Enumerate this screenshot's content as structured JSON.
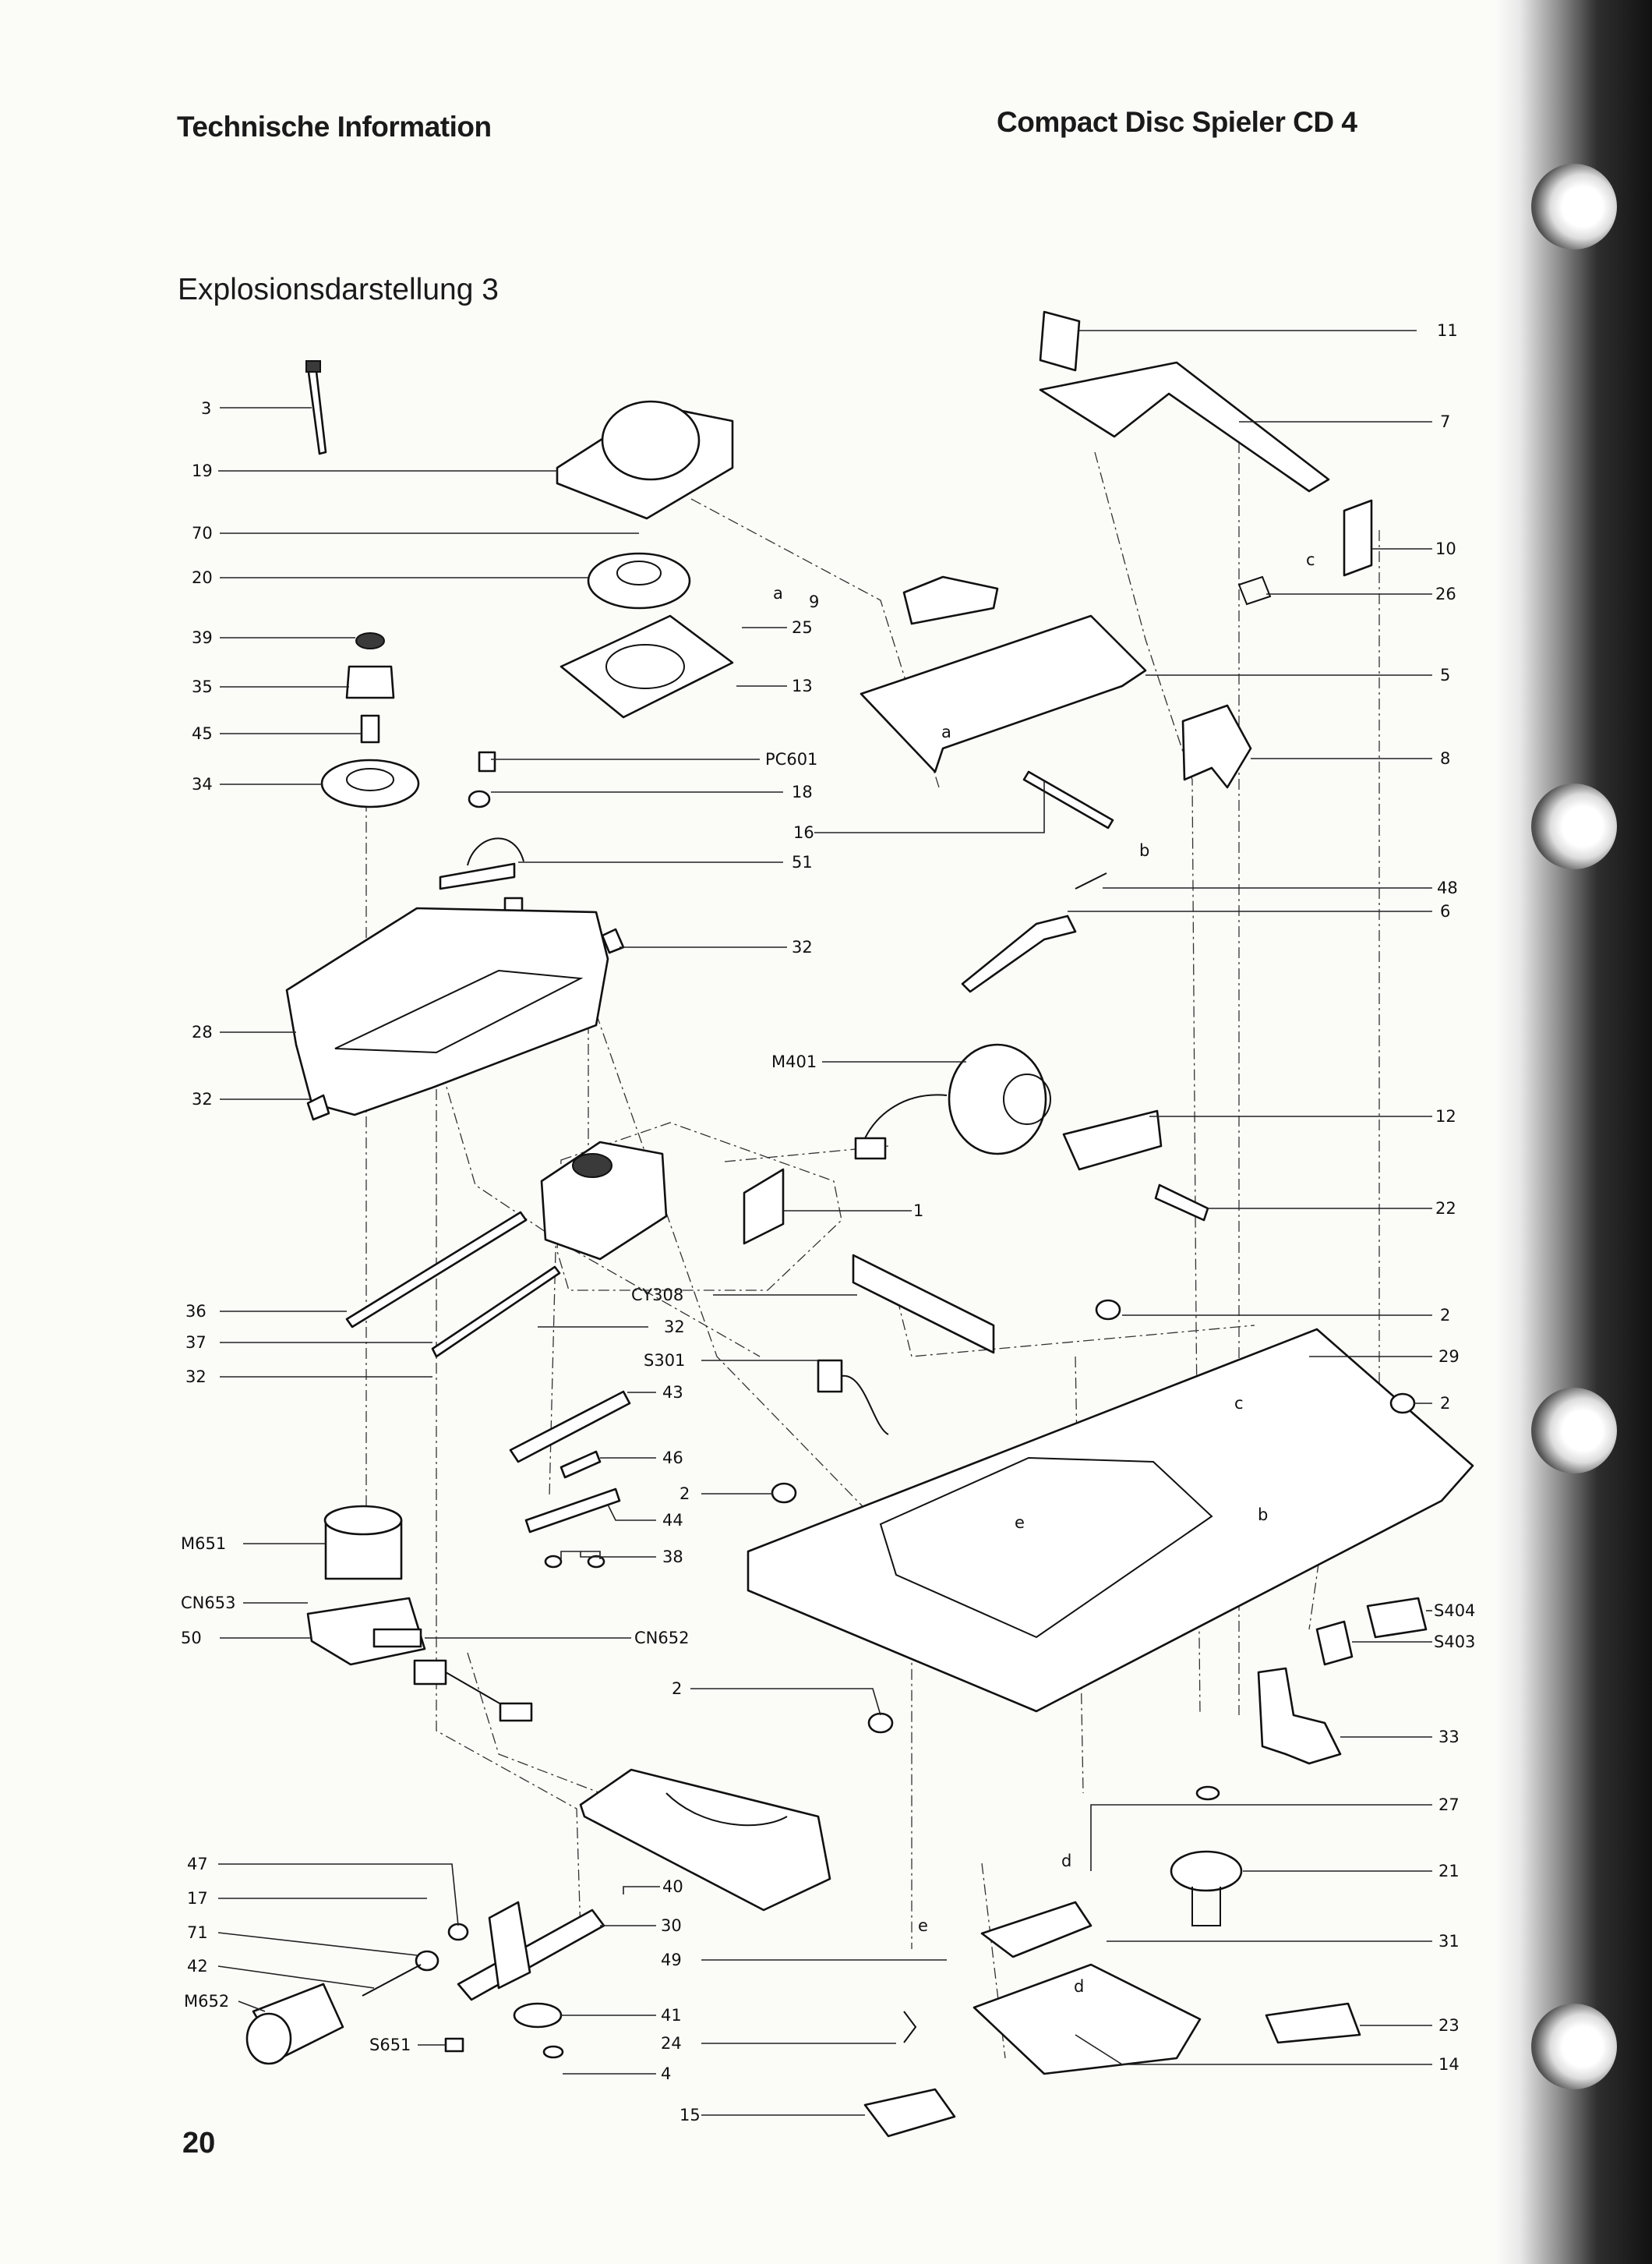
{
  "header": {
    "left_title": "Technische Information",
    "right_title": "Compact Disc Spieler CD 4"
  },
  "subtitle": "Explosionsdarstellung 3",
  "page_number": "20",
  "part_labels": [
    "3",
    "19",
    "70",
    "20",
    "39",
    "35",
    "45",
    "34",
    "28",
    "32",
    "36",
    "37",
    "32",
    "M651",
    "CN653",
    "50",
    "47",
    "17",
    "71",
    "42",
    "M652",
    "S651",
    "25",
    "13",
    "PC601",
    "18",
    "16",
    "51",
    "32",
    "1",
    "CY308",
    "32",
    "S301",
    "43",
    "46",
    "2",
    "44",
    "38",
    "CN652",
    "2",
    "40",
    "30",
    "49",
    "41",
    "24",
    "4",
    "15",
    "11",
    "7",
    "10",
    "26",
    "9",
    "5",
    "8",
    "48",
    "6",
    "M401",
    "12",
    "22",
    "2",
    "29",
    "2",
    "S404",
    "S403",
    "33",
    "27",
    "21",
    "31",
    "23",
    "14"
  ],
  "letter_markers": [
    "a",
    "a",
    "b",
    "c",
    "c",
    "b",
    "d",
    "d",
    "e",
    "e"
  ]
}
